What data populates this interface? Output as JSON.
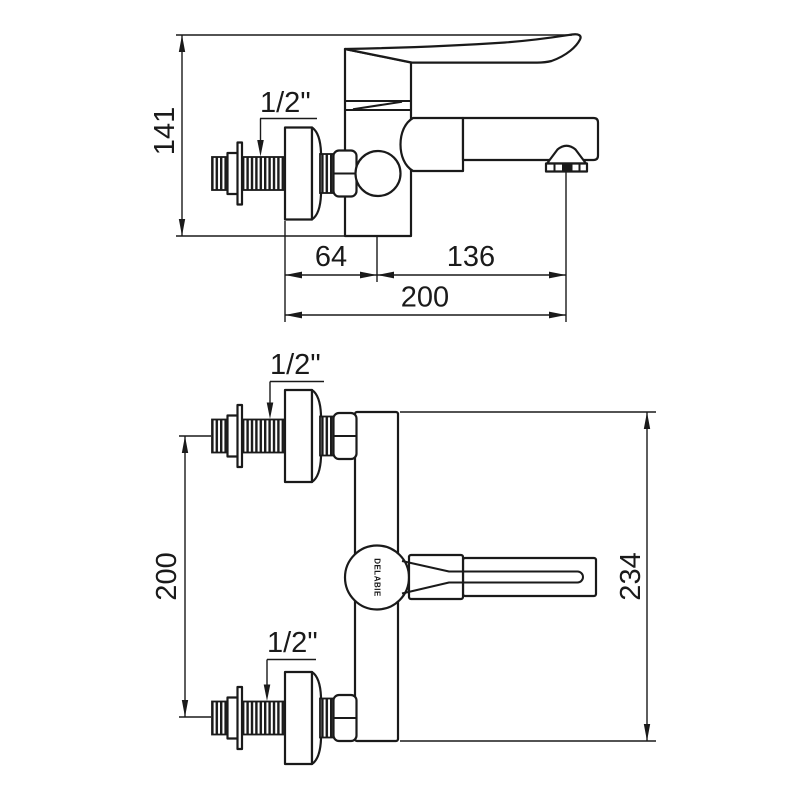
{
  "colors": {
    "background": "#ffffff",
    "line": "#1a1a1a"
  },
  "top_view": {
    "overall_height": "141",
    "thread_size": "1/2\"",
    "wall_to_body_axis": "64",
    "body_axis_to_outlet": "136",
    "wall_to_outlet": "200"
  },
  "bottom_view": {
    "inlet_spacing": "200",
    "overall_height": "234",
    "thread_size_top": "1/2\"",
    "thread_size_bottom": "1/2\"",
    "brand": "DELABIE"
  }
}
